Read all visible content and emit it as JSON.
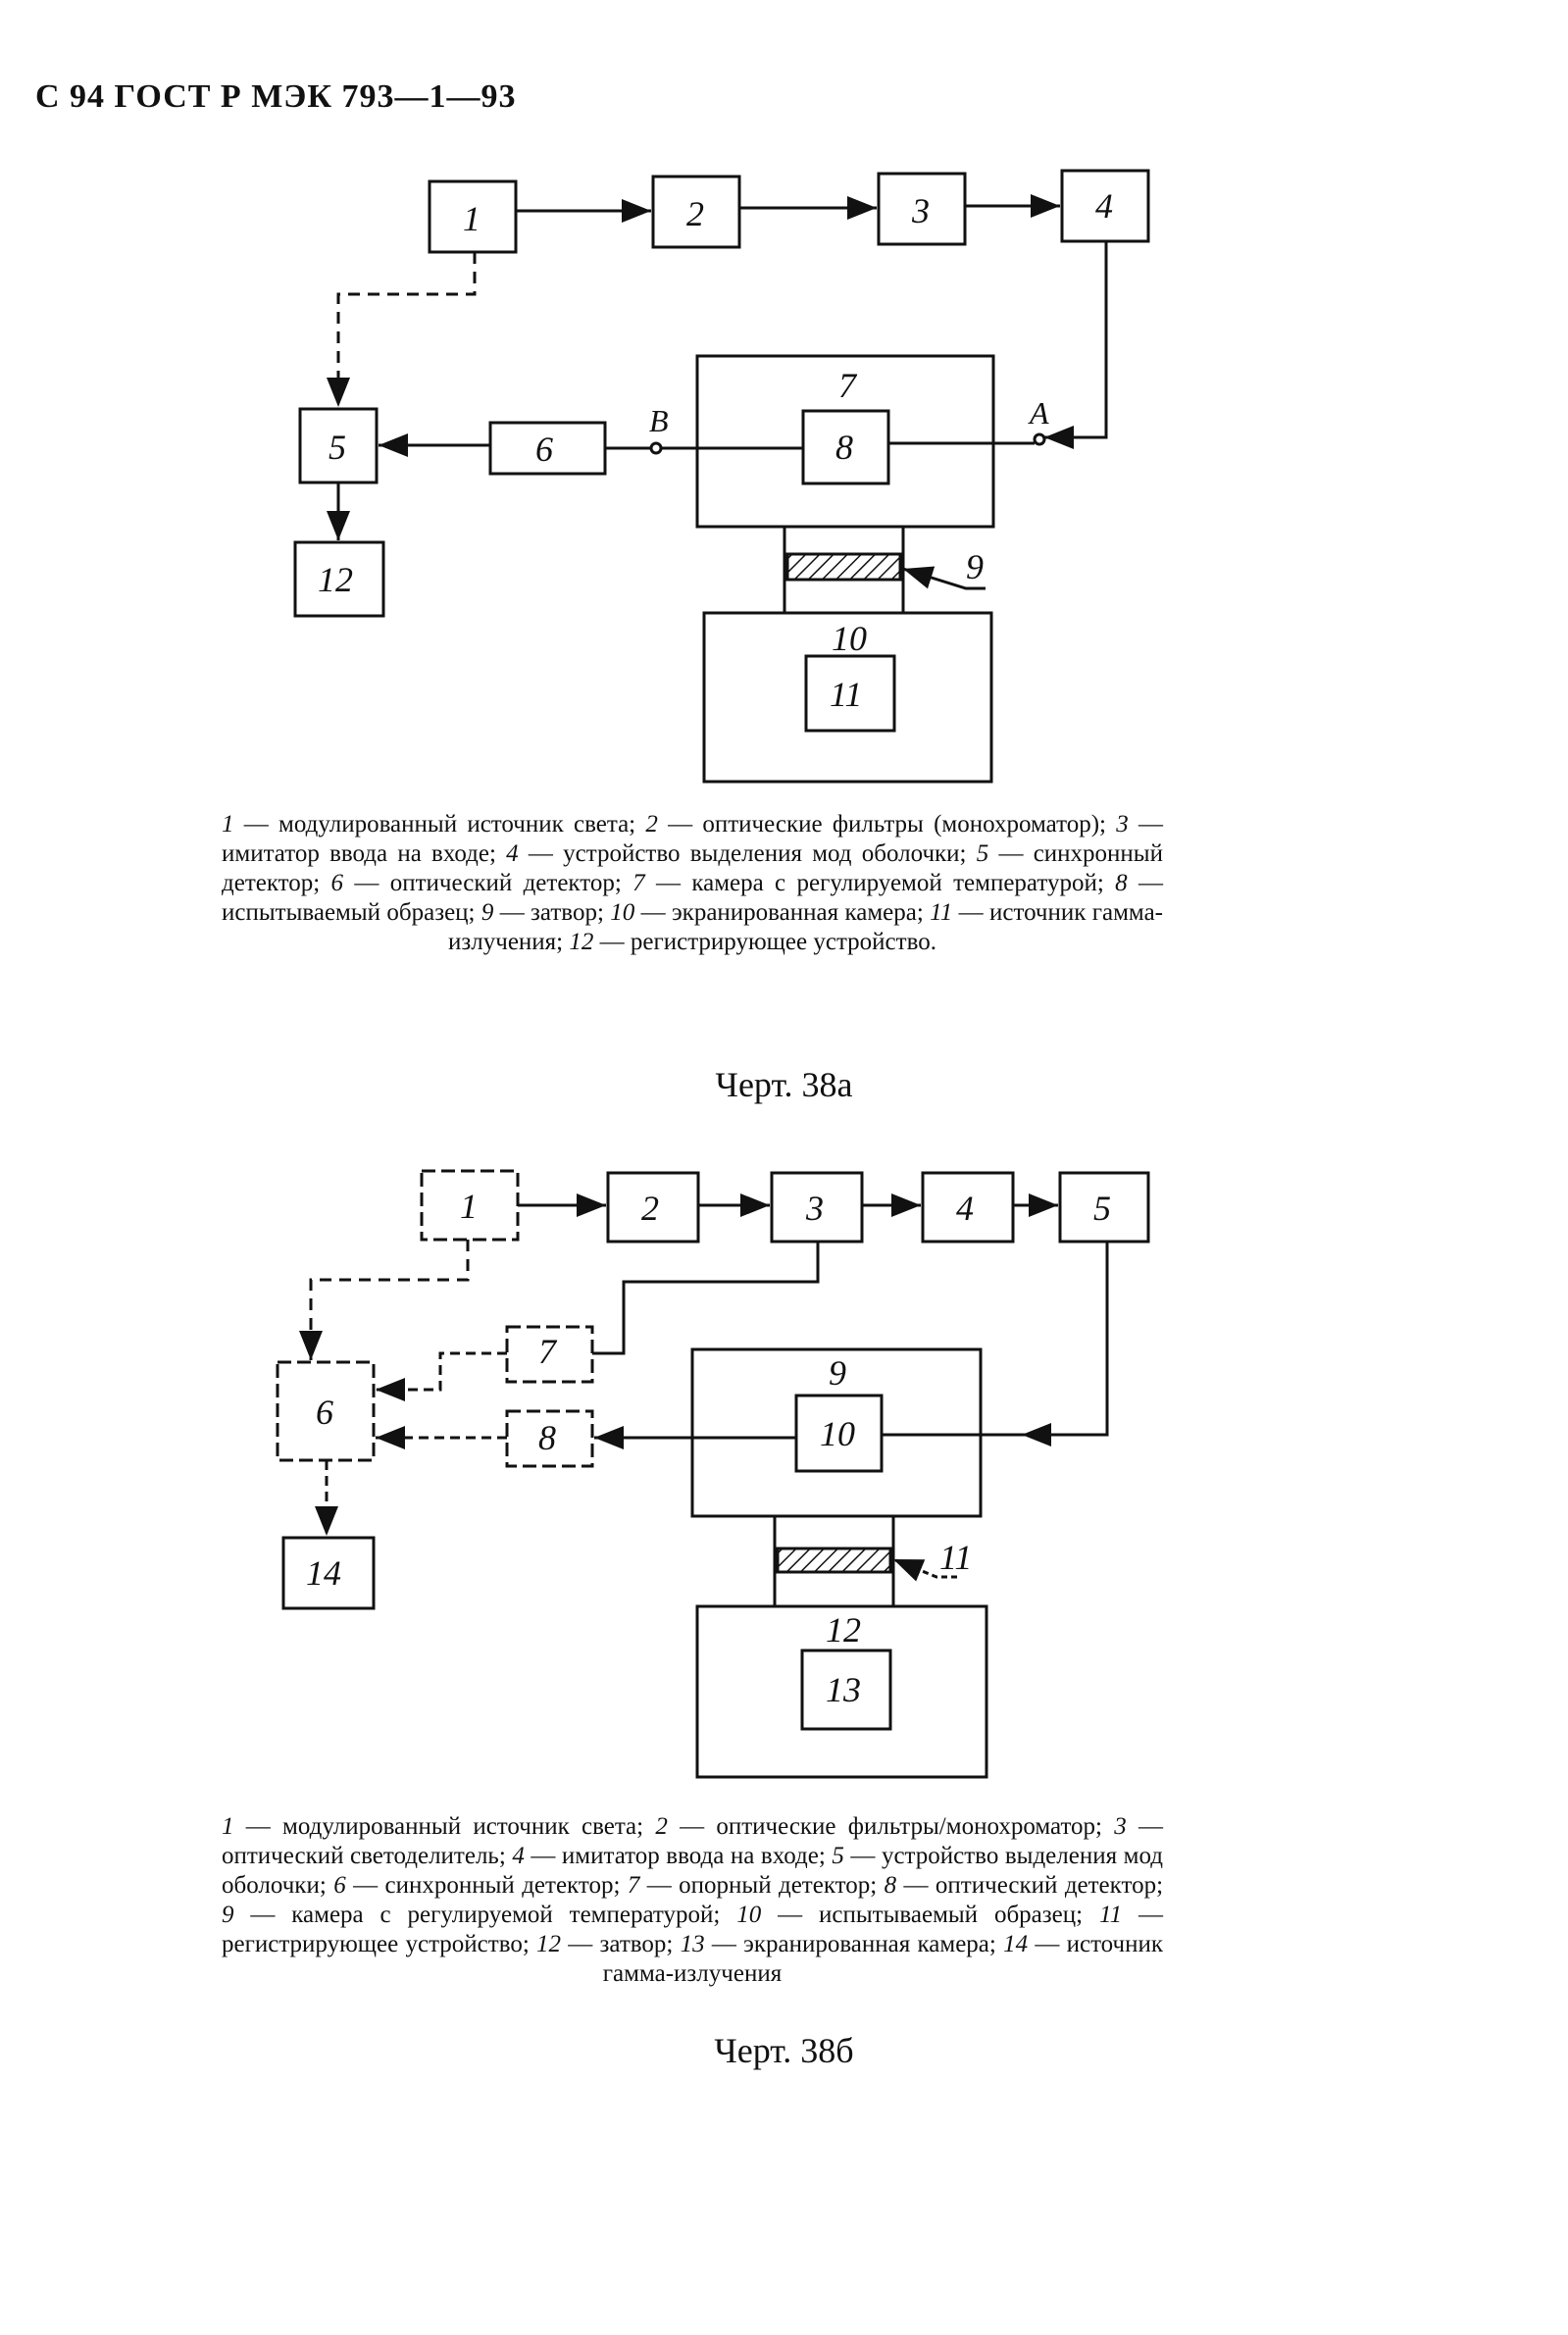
{
  "header": {
    "text": "С 94 ГОСТ Р МЭК 793—1—93"
  },
  "fig_a": {
    "blocks": {
      "b1": "1",
      "b2": "2",
      "b3": "3",
      "b4": "4",
      "b5": "5",
      "b6": "6",
      "b7": "7",
      "b8": "8",
      "b9": "9",
      "b10": "10",
      "b11": "11",
      "b12": "12"
    },
    "point_a": "A",
    "point_b": "B",
    "caption": [
      {
        "n": "1",
        "t": " — модулированный источник света; "
      },
      {
        "n": "2",
        "t": " — оптические фильтры (монохроматор); "
      },
      {
        "n": "3",
        "t": " — имитатор ввода на входе; "
      },
      {
        "n": "4",
        "t": " — устройство выделения мод оболочки; "
      },
      {
        "n": "5",
        "t": " — синхронный детектор; "
      },
      {
        "n": "6",
        "t": " — оптический детектор; "
      },
      {
        "n": "7",
        "t": " — камера с регулируемой температурой; "
      },
      {
        "n": "8",
        "t": " — испытываемый образец; "
      },
      {
        "n": "9",
        "t": " — затвор; "
      },
      {
        "n": "10",
        "t": " — экранированная камера; "
      },
      {
        "n": "11",
        "t": " — источник гамма-излучения; "
      },
      {
        "n": "12",
        "t": " — регистрирующее устройство."
      }
    ],
    "title": "Черт. 38а"
  },
  "fig_b": {
    "blocks": {
      "b1": "1",
      "b2": "2",
      "b3": "3",
      "b4": "4",
      "b5": "5",
      "b6": "6",
      "b7": "7",
      "b8": "8",
      "b9": "9",
      "b10": "10",
      "b11": "11",
      "b12": "12",
      "b13": "13",
      "b14": "14"
    },
    "caption": [
      {
        "n": "1",
        "t": " — модулированный источник света; "
      },
      {
        "n": "2",
        "t": " — оптические фильтры/монохроматор; "
      },
      {
        "n": "3",
        "t": " — оптический светоделитель; "
      },
      {
        "n": "4",
        "t": " — имитатор ввода на входе; "
      },
      {
        "n": "5",
        "t": " — устройство выделения мод оболочки; "
      },
      {
        "n": "6",
        "t": " — синхронный детектор; "
      },
      {
        "n": "7",
        "t": " — опорный детектор; "
      },
      {
        "n": "8",
        "t": " — оптический детектор; "
      },
      {
        "n": "9",
        "t": " — камера с регулируемой температурой; "
      },
      {
        "n": "10",
        "t": " — испытываемый образец; "
      },
      {
        "n": "11",
        "t": " — регистрирующее устройство; "
      },
      {
        "n": "12",
        "t": " — затвор; "
      },
      {
        "n": "13",
        "t": " — экранированная камера; "
      },
      {
        "n": "14",
        "t": " — источник гамма-излучения"
      }
    ],
    "title": "Черт. 38б"
  }
}
